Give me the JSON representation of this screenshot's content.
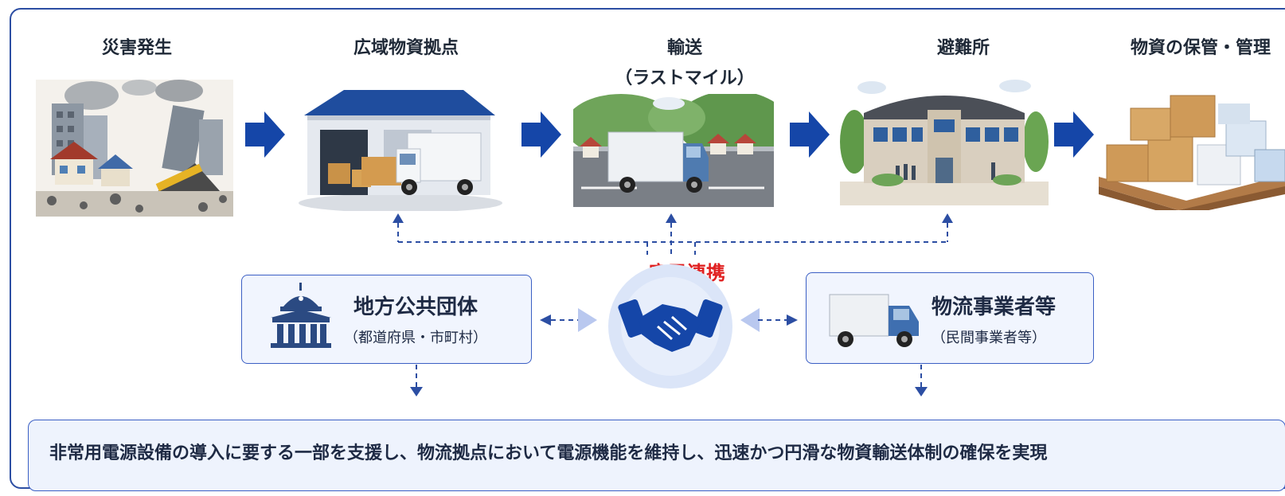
{
  "stages": [
    {
      "label": "災害発生",
      "icon": "collapsed-buildings-icon"
    },
    {
      "label": "広域物資拠点",
      "icon": "warehouse-icon"
    },
    {
      "label_line1": "輸送",
      "label_line2": "（ラストマイル）",
      "icon": "delivery-truck-icon"
    },
    {
      "label": "避難所",
      "icon": "evacuation-shelter-icon"
    },
    {
      "label": "物資の保管・管理",
      "icon": "supply-boxes-icon"
    }
  ],
  "partnership": {
    "title": "官民連携",
    "icon": "handshake-icon"
  },
  "local_government": {
    "title": "地方公共団体",
    "subtitle": "（都道府県・市町村）",
    "icon": "government-building-icon"
  },
  "logistics_operator": {
    "title": "物流事業者等",
    "subtitle": "（民間事業者等）",
    "icon": "truck-icon"
  },
  "goal": {
    "text": "非常用電源設備の導入に要する一部を支援し、物流拠点において電源機能を維持し、迅速かつ円滑な物資輸送体制の確保を実現"
  },
  "colors": {
    "accent": "#1546a8",
    "border": "#2c4ea3",
    "partnership_red": "#e02020",
    "box_fill": "#f1f5fe"
  }
}
